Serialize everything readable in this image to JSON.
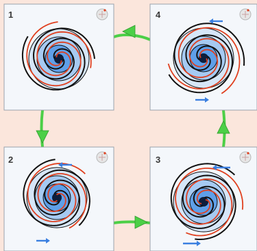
{
  "colors": {
    "background": "#fbe6dc",
    "panel_fill": "#f4f7fb",
    "panel_border": "#9aa3ad",
    "spiral_black": "#111111",
    "spiral_red": "#e0401f",
    "disc_outer": "#d6e6f8",
    "disc_mid": "#a6caf2",
    "disc_inner": "#5f9fe8",
    "core": "#0d1e3c",
    "connector": "#4ccf47",
    "motion_arrow": "#3a7fe0"
  },
  "panels": [
    {
      "label": "1",
      "icon": "compass-icon",
      "has_motion_arrows": false
    },
    {
      "label": "2",
      "icon": "compass-icon",
      "has_motion_arrows": true
    },
    {
      "label": "3",
      "icon": "compass-icon",
      "has_motion_arrows": true
    },
    {
      "label": "4",
      "icon": "compass-icon",
      "has_motion_arrows": true
    }
  ],
  "connectors": [
    {
      "from": "1",
      "to": "2",
      "direction": "down"
    },
    {
      "from": "2",
      "to": "3",
      "direction": "right"
    },
    {
      "from": "3",
      "to": "4",
      "direction": "up"
    },
    {
      "from": "4",
      "to": "1",
      "direction": "left"
    }
  ]
}
